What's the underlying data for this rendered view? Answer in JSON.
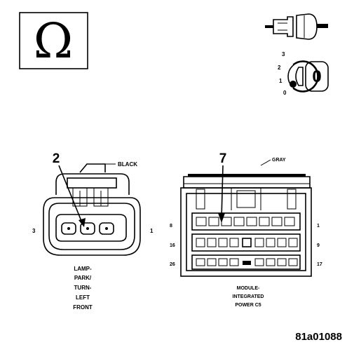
{
  "ohm_symbol": "Ω",
  "key_positions": [
    "3",
    "2",
    "1",
    "0"
  ],
  "key_display": "0",
  "lamp_connector": {
    "callout": "2",
    "color": "BLACK",
    "pin_left": "3",
    "pin_right": "1",
    "name": [
      "LAMP-",
      "PARK/",
      "TURN-",
      "LEFT",
      "FRONT"
    ]
  },
  "module_connector": {
    "callout": "7",
    "color": "GRAY",
    "pin_labels": {
      "row1_left": "8",
      "row1_right": "1",
      "row2_left": "16",
      "row2_right": "9",
      "row3_left": "26",
      "row3_right": "17"
    },
    "name": [
      "MODULE-",
      "INTEGRATED",
      "POWER C5"
    ]
  },
  "figure_id": "81a01088"
}
